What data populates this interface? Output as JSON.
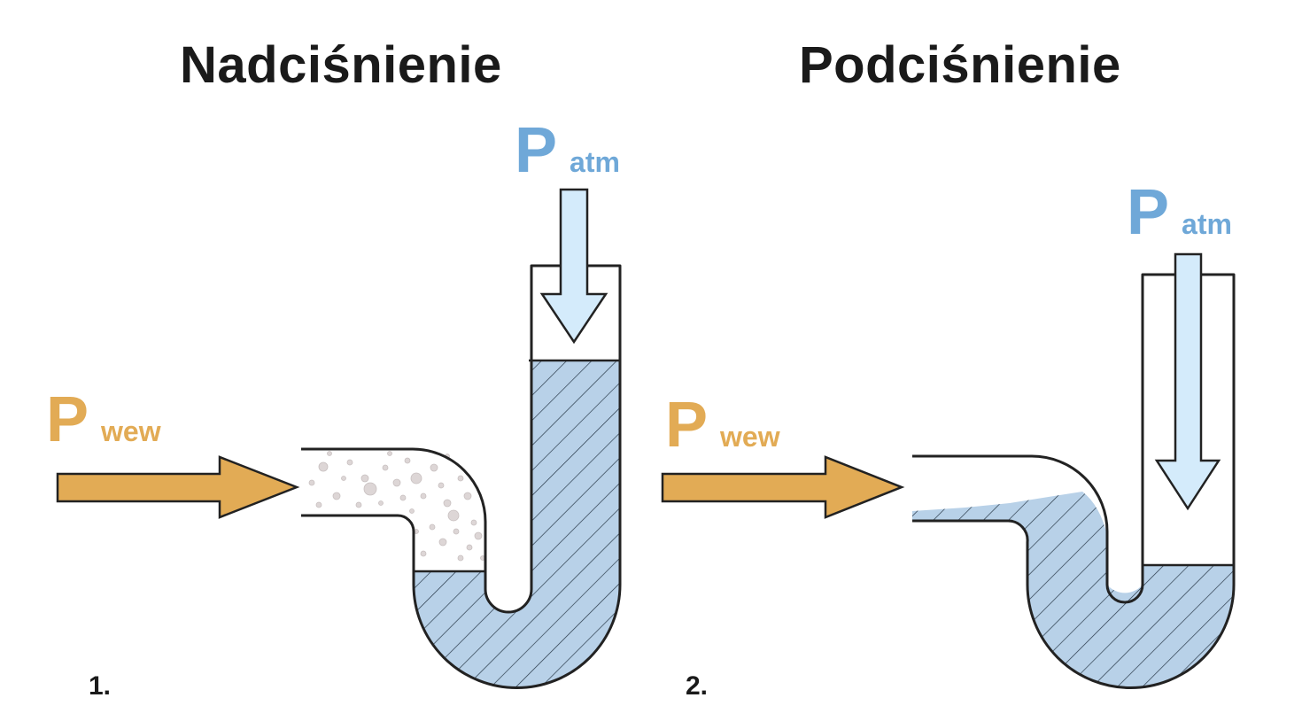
{
  "panels": [
    {
      "title": "Nadciśnienie",
      "number": "1.",
      "p_wew": {
        "symbol": "P",
        "subscript": "wew"
      },
      "p_atm": {
        "symbol": "P",
        "subscript": "atm"
      }
    },
    {
      "title": "Podciśnienie",
      "number": "2.",
      "p_wew": {
        "symbol": "P",
        "subscript": "wew"
      },
      "p_atm": {
        "symbol": "P",
        "subscript": "atm"
      }
    }
  ],
  "colors": {
    "inner_pressure": "#e2ab55",
    "atmospheric_pressure": "#6fa8d8",
    "water_fill": "#b8d1e8",
    "arrow_blue_fill": "#d4ebfb",
    "pipe_stroke": "#222222"
  },
  "icons": {
    "inner_pressure_arrow": "right-arrow-icon",
    "atmospheric_pressure_arrow": "down-arrow-icon"
  }
}
